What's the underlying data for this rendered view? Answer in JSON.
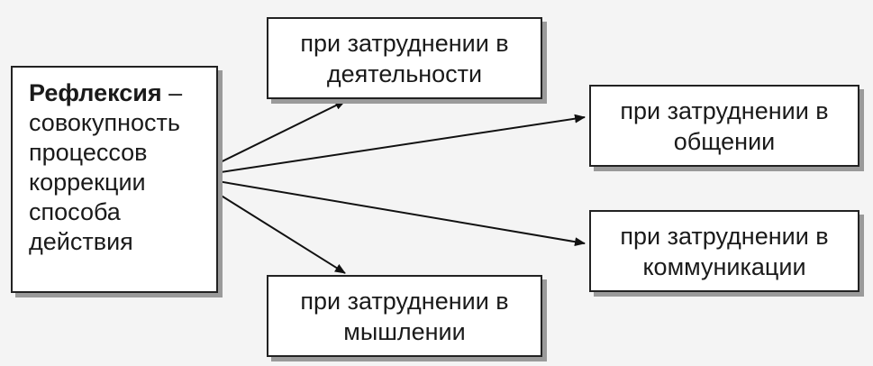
{
  "source": {
    "term": "Рефлексия",
    "dash": " –",
    "lines": [
      "совокупность",
      "процессов",
      "коррекции",
      "способа",
      "действия"
    ]
  },
  "targets": [
    {
      "line1": "при затруднении в",
      "line2": "деятельности"
    },
    {
      "line1": "при затруднении в",
      "line2": "общении"
    },
    {
      "line1": "при затруднении в",
      "line2": "коммуникации"
    },
    {
      "line1": "при затруднении в",
      "line2": "мышлении"
    }
  ]
}
